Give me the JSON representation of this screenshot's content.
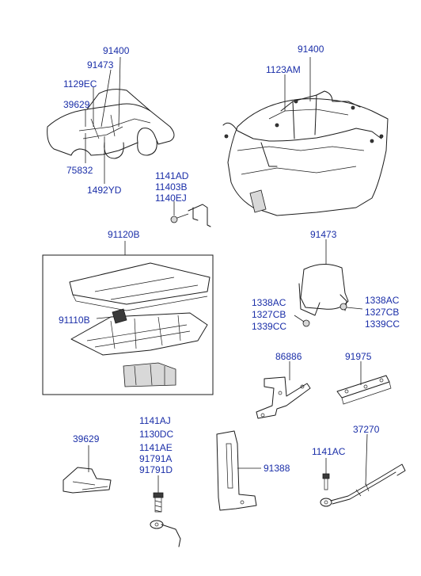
{
  "labels": {
    "car_harness_top": "91400",
    "car_91473": "91473",
    "car_1129ec": "1129EC",
    "car_39629": "39629",
    "car_75832": "75832",
    "car_1492yd": "1492YD",
    "engine_harness": "91400",
    "engine_1123am": "1123AM",
    "bolt_1141ad": "1141AD",
    "bolt_11403b": "11403B",
    "bolt_1140ej": "1140EJ",
    "junction_box": "91120B",
    "relay": "91110B",
    "cover_91473": "91473",
    "nut_left_1": "1338AC",
    "nut_left_2": "1327CB",
    "nut_left_3": "1339CC",
    "nut_right_1": "1338AC",
    "nut_right_2": "1327CB",
    "nut_right_3": "1339CC",
    "bracket_86886": "86886",
    "bracket_91975": "91975",
    "bracket_39629": "39629",
    "ground_1": "1141AJ",
    "ground_2": "1130DC",
    "ground_3": "1141AE",
    "ground_4": "91791A",
    "ground_5": "91791D",
    "bracket_91388": "91388",
    "cable_37270": "37270",
    "cable_bolt_1141ac": "1141AC"
  }
}
